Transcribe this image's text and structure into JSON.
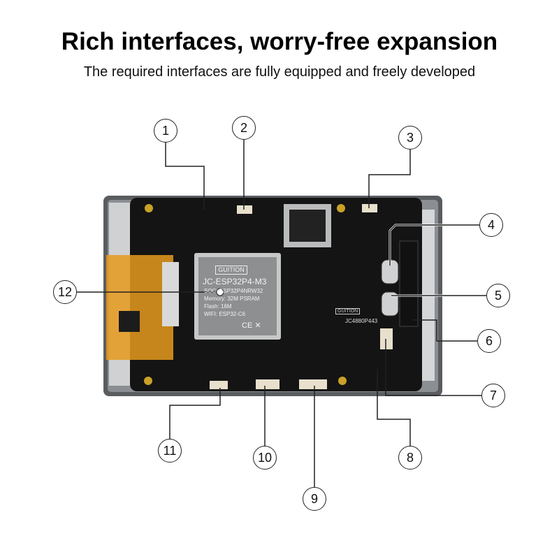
{
  "header": {
    "title": "Rich interfaces, worry-free expansion",
    "subtitle": "The required interfaces are fully equipped and freely developed"
  },
  "module": {
    "brand": "GUITION",
    "model": "JC-ESP32P4-M3",
    "soc": "SOC:  ESP32P4NRW32",
    "memory": "Memory:  32M PSRAM",
    "flash": "Flash:  16M",
    "wifi": "WIFI:  ESP32-C6",
    "marks": "CE ✕"
  },
  "board": {
    "brand": "GUITION",
    "label": "JC4880P443"
  },
  "callouts": [
    "1",
    "2",
    "3",
    "4",
    "5",
    "6",
    "7",
    "8",
    "9",
    "10",
    "11",
    "12"
  ]
}
